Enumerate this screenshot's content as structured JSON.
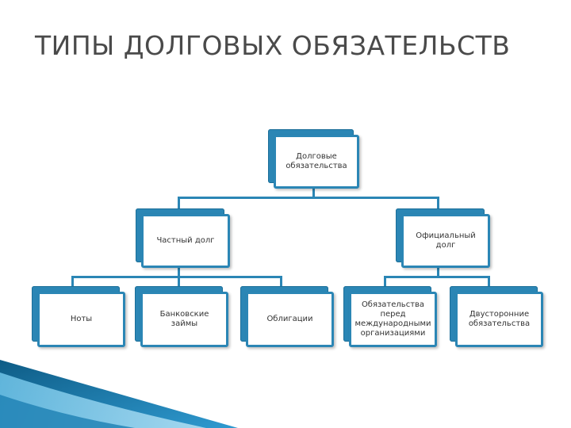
{
  "title": "ТИПЫ ДОЛГОВЫХ ОБЯЗАТЕЛЬСТВ",
  "nodes": {
    "root": "Долговые обязательства",
    "private": "Частный долг",
    "official": "Официальный долг",
    "notes": "Ноты",
    "bank_loans": "Банковские займы",
    "bonds": "Облигации",
    "intl_orgs": "Обязательства перед международными организациями",
    "bilateral": "Двусторонние обязательства"
  },
  "colors": {
    "accent": "#2b86b5",
    "title": "#4a4a4a"
  }
}
